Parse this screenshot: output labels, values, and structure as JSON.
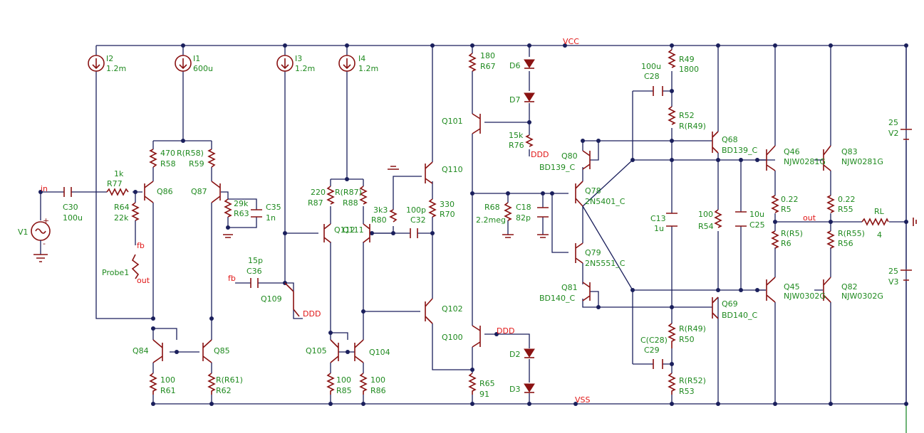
{
  "nets": {
    "vcc": "VCC",
    "vss": "VSS",
    "in": "in",
    "out": "out",
    "fb1": "fb",
    "fb2": "fb",
    "out_probe": "out",
    "ddd1": "DDD",
    "ddd2": "DDD",
    "ddd3": "DDD"
  },
  "labels": {
    "I2_n": "I2",
    "I2_v": "1.2m",
    "I1_n": "I1",
    "I1_v": "600u",
    "I3_n": "I3",
    "I3_v": "1.2m",
    "I4_n": "I4",
    "I4_v": "1.2m",
    "R67_v": "180",
    "R67_n": "R67",
    "D6": "D6",
    "D7": "D7",
    "R76_v": "15k",
    "R76_n": "R76",
    "Q101": "Q101",
    "Q110": "Q110",
    "C28_v": "100u",
    "C28_n": "C28",
    "R49_n": "R49",
    "R49_v": "1800",
    "R52_n": "R52",
    "R52_v": "R(R49)",
    "Q68_n": "Q68",
    "Q68_m": "BD139_C",
    "Q80_n": "Q80",
    "Q80_m": "BD139_C",
    "Q46_n": "Q46",
    "Q46_m": "NJW0281G",
    "Q83_n": "Q83",
    "Q83_m": "NJW0281G",
    "V2_v": "25",
    "V2_n": "V2",
    "R58_v": "470",
    "R58_n": "R58",
    "R59_v": "R(R58)",
    "R59_n": "R59",
    "R77_v": "1k",
    "R77_n": "R77",
    "C30_n": "C30",
    "C30_v": "100u",
    "R64_n": "R64",
    "R64_v": "22k",
    "Q86": "Q86",
    "Q87": "Q87",
    "R63_v": "29k",
    "R63_n": "R63",
    "C35_n": "C35",
    "C35_v": "1n",
    "R87_v": "220",
    "R87_n": "R87",
    "R88_v": "R(R87)",
    "R88_n": "R88",
    "R80_v": "3k3",
    "R80_n": "R80",
    "C32_v": "100p",
    "C32_n": "C32",
    "R70_v": "330",
    "R70_n": "R70",
    "Q112": "Q112",
    "Q111": "Q111",
    "R68_n": "R68",
    "R68_v": "2.2meg",
    "C18_n": "C18",
    "C18_v": "82p",
    "Q78_n": "Q78",
    "Q78_m": "2N5401_C",
    "Q79_n": "Q79",
    "Q79_m": "2N5551_C",
    "C13_n": "C13",
    "C13_v": "1u",
    "R54_v": "100",
    "R54_n": "R54",
    "C25_v": "10u",
    "C25_n": "C25",
    "R5_v": "0.22",
    "R5_n": "R5",
    "R55_v": "0.22",
    "R55_n": "R55",
    "R6_v": "R(R5)",
    "R6_n": "R6",
    "R56_v": "R(R55)",
    "R56_n": "R56",
    "RL_n": "RL",
    "RL_v": "4",
    "V3_v": "25",
    "V3_n": "V3",
    "V1": "V1",
    "Probe1": "Probe1",
    "C36_v": "15p",
    "C36_n": "C36",
    "Q109": "Q109",
    "Q81_n": "Q81",
    "Q81_m": "BD140_C",
    "Q69_n": "Q69",
    "Q69_m": "BD140_C",
    "Q45_n": "Q45",
    "Q45_m": "NJW0302G",
    "Q82_n": "Q82",
    "Q82_m": "NJW0302G",
    "Q102": "Q102",
    "Q100": "Q100",
    "D2": "D2",
    "D3": "D3",
    "Q84": "Q84",
    "Q85": "Q85",
    "Q105": "Q105",
    "Q104": "Q104",
    "R61_v": "100",
    "R61_n": "R61",
    "R62_v": "R(R61)",
    "R62_n": "R62",
    "R85_v": "100",
    "R85_n": "R85",
    "R86_v": "100",
    "R86_n": "R86",
    "R65_n": "R65",
    "R65_v": "91",
    "R50_v": "R(R49)",
    "R50_n": "R50",
    "C29_v": "C(C28)",
    "C29_n": "C29",
    "R53_v": "R(R52)",
    "R53_n": "R53"
  },
  "colors": {
    "wire": "#1a1f5c",
    "component": "#8a1212",
    "label": "#1f8a1f",
    "net_label": "#e01515"
  }
}
